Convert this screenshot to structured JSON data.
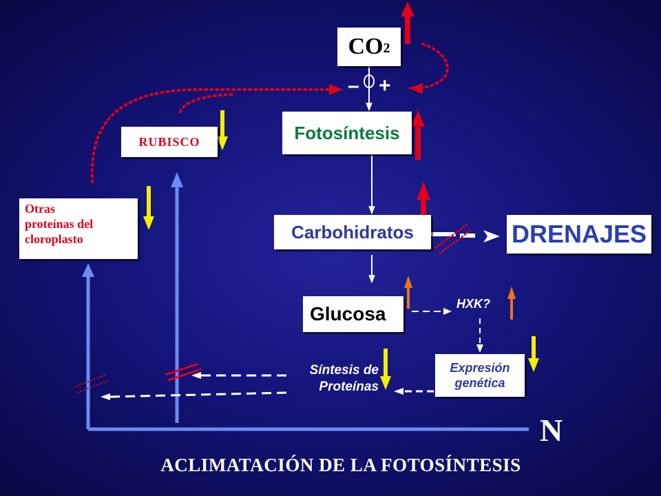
{
  "nodes": {
    "co2": "CO",
    "co2_sub": "2",
    "fotosintesis": "Fotosíntesis",
    "carbohidratos": "Carbohidratos",
    "drenajes": "DRENAJES",
    "glucosa": "Glucosa",
    "rubisco": "RUBISCO",
    "otras_proteinas": "Otras\nproteínas del\ncloroplasto",
    "expresion_genetica": "Expresión\ngenética"
  },
  "labels": {
    "hxk": "HXK?",
    "sintesis_proteinas": "Síntesis de\nProteínas",
    "minus": "–",
    "plus": "+",
    "n_axis": "N"
  },
  "title": "ACLIMATACIÓN DE LA FOTOSÍNTESIS",
  "colors": {
    "background": "#14147a",
    "up_red": "#e0001a",
    "down_yellow": "#f2ef00",
    "orange": "#e8771a",
    "blue_line": "#6b8cf2",
    "white": "#ffffff"
  },
  "indicators": {
    "co2": "increase",
    "fotosintesis": "increase",
    "carbohidratos": "increase",
    "rubisco": "decrease",
    "otras_proteinas": "decrease",
    "glucosa": "increase",
    "hxk": "increase",
    "expresion_genetica": "decrease",
    "sintesis_proteinas": "decrease"
  }
}
